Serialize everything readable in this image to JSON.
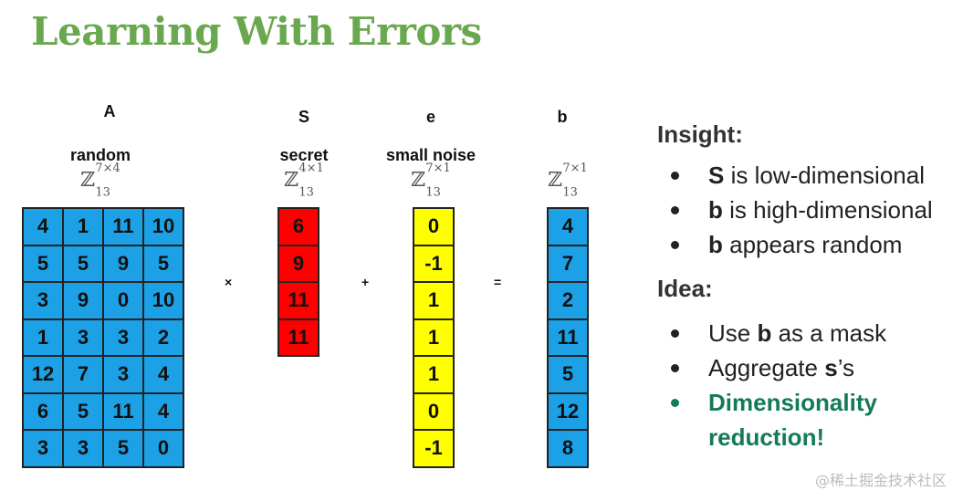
{
  "title": "Learning With Errors",
  "matrices": {
    "A": {
      "letter": "A",
      "desc": "random",
      "set": "Z",
      "sup": "7×4",
      "sub": "13",
      "color": "#1da1e6",
      "rows": [
        [
          "4",
          "1",
          "11",
          "10"
        ],
        [
          "5",
          "5",
          "9",
          "5"
        ],
        [
          "3",
          "9",
          "0",
          "10"
        ],
        [
          "1",
          "3",
          "3",
          "2"
        ],
        [
          "12",
          "7",
          "3",
          "4"
        ],
        [
          "6",
          "5",
          "11",
          "4"
        ],
        [
          "3",
          "3",
          "5",
          "0"
        ]
      ]
    },
    "s": {
      "letter": "S",
      "desc": "secret",
      "set": "Z",
      "sup": "4×1",
      "sub": "13",
      "color": "#ff0000",
      "rows": [
        [
          "6"
        ],
        [
          "9"
        ],
        [
          "11"
        ],
        [
          "11"
        ]
      ]
    },
    "e": {
      "letter": "e",
      "desc": "small noise",
      "set": "Z",
      "sup": "7×1",
      "sub": "13",
      "color": "#ffff00",
      "rows": [
        [
          "0"
        ],
        [
          "-1"
        ],
        [
          "1"
        ],
        [
          "1"
        ],
        [
          "1"
        ],
        [
          "0"
        ],
        [
          "-1"
        ]
      ]
    },
    "b": {
      "letter": "b",
      "desc": "",
      "set": "Z",
      "sup": "7×1",
      "sub": "13",
      "color": "#1da1e6",
      "rows": [
        [
          "4"
        ],
        [
          "7"
        ],
        [
          "2"
        ],
        [
          "11"
        ],
        [
          "5"
        ],
        [
          "12"
        ],
        [
          "8"
        ]
      ]
    }
  },
  "operators": {
    "times": "×",
    "plus": "+",
    "equals": "="
  },
  "insight": {
    "heading": "Insight:",
    "items": [
      {
        "bold": "S",
        "rest": " is low-dimensional"
      },
      {
        "bold": "b",
        "rest": " is high-dimensional"
      },
      {
        "bold": "b",
        "rest": " appears random"
      }
    ]
  },
  "idea": {
    "heading": "Idea:",
    "item1": {
      "pre": "Use ",
      "bold": "b",
      "post": " as a mask"
    },
    "item2": {
      "pre": "Aggregate ",
      "bold": "s",
      "post": "’s"
    },
    "item3": {
      "line1": "Dimensionality",
      "line2": "reduction!"
    }
  },
  "watermark": "@稀土掘金技术社区"
}
